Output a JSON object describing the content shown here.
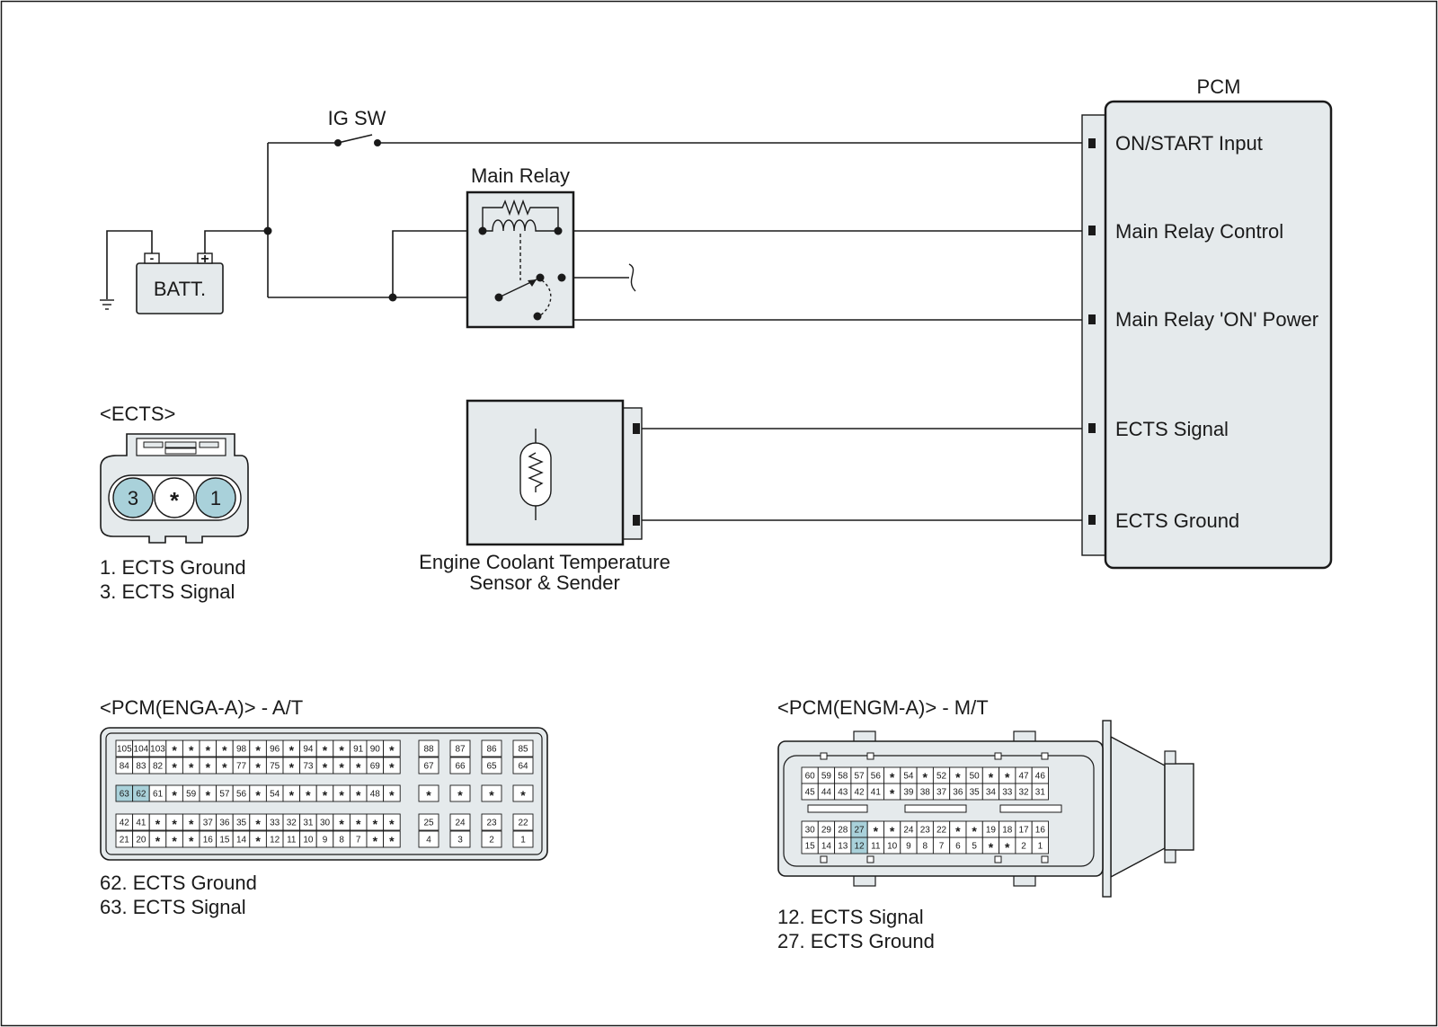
{
  "colors": {
    "line": "#1a1a1a",
    "fill": "#e5eaec",
    "highlight": "#a9d1da",
    "pin_bg": "#ffffff"
  },
  "pcm": {
    "title": "PCM",
    "terminals": [
      "ON/START Input",
      "Main Relay Control",
      "Main Relay 'ON' Power",
      "ECTS Signal",
      "ECTS Ground"
    ]
  },
  "ig_sw": {
    "label": "IG SW"
  },
  "main_relay": {
    "label": "Main Relay"
  },
  "battery": {
    "label": "BATT.",
    "minus": "-",
    "plus": "+"
  },
  "ects_connector": {
    "title": "<ECTS>",
    "pins": [
      "3",
      "*",
      "1"
    ],
    "legend": [
      "1. ECTS Ground",
      "3. ECTS Signal"
    ]
  },
  "sensor": {
    "label_line1": "Engine Coolant Temperature",
    "label_line2": "Sensor & Sender"
  },
  "enga": {
    "title": "<PCM(ENGA-A)> - A/T",
    "left_rows": [
      [
        "105",
        "104",
        "103",
        "*",
        "*",
        "*",
        "*",
        "98",
        "*",
        "96",
        "*",
        "94",
        "*",
        "*",
        "91",
        "90",
        "*"
      ],
      [
        "84",
        "83",
        "82",
        "*",
        "*",
        "*",
        "*",
        "77",
        "*",
        "75",
        "*",
        "73",
        "*",
        "*",
        "*",
        "69",
        "*"
      ],
      [
        "63",
        "62",
        "61",
        "*",
        "59",
        "*",
        "57",
        "56",
        "*",
        "54",
        "*",
        "*",
        "*",
        "*",
        "*",
        "48",
        "*"
      ],
      [
        "42",
        "41",
        "*",
        "*",
        "*",
        "37",
        "36",
        "35",
        "*",
        "33",
        "32",
        "31",
        "30",
        "*",
        "*",
        "*",
        "*"
      ],
      [
        "21",
        "20",
        "*",
        "*",
        "*",
        "16",
        "15",
        "14",
        "*",
        "12",
        "11",
        "10",
        "9",
        "8",
        "7",
        "*",
        "*"
      ]
    ],
    "right_rows": [
      [
        "88",
        "87",
        "86",
        "85"
      ],
      [
        "67",
        "66",
        "65",
        "64"
      ],
      [
        "*",
        "*",
        "*",
        "*"
      ],
      [
        "25",
        "24",
        "23",
        "22"
      ],
      [
        "4",
        "3",
        "2",
        "1"
      ]
    ],
    "legend": [
      "62. ECTS Ground",
      "63. ECTS Signal"
    ]
  },
  "engm": {
    "title": "<PCM(ENGM-A)> - M/T",
    "rows": [
      [
        "60",
        "59",
        "58",
        "57",
        "56",
        "*",
        "54",
        "*",
        "52",
        "*",
        "50",
        "*",
        "*",
        "47",
        "46"
      ],
      [
        "45",
        "44",
        "43",
        "42",
        "41",
        "*",
        "39",
        "38",
        "37",
        "36",
        "35",
        "34",
        "33",
        "32",
        "31"
      ],
      [
        "30",
        "29",
        "28",
        "27",
        "*",
        "*",
        "24",
        "23",
        "22",
        "*",
        "*",
        "19",
        "18",
        "17",
        "16"
      ],
      [
        "15",
        "14",
        "13",
        "12",
        "11",
        "10",
        "9",
        "8",
        "7",
        "6",
        "5",
        "*",
        "*",
        "2",
        "1"
      ]
    ],
    "legend": [
      "12. ECTS Signal",
      "27. ECTS Ground"
    ]
  }
}
